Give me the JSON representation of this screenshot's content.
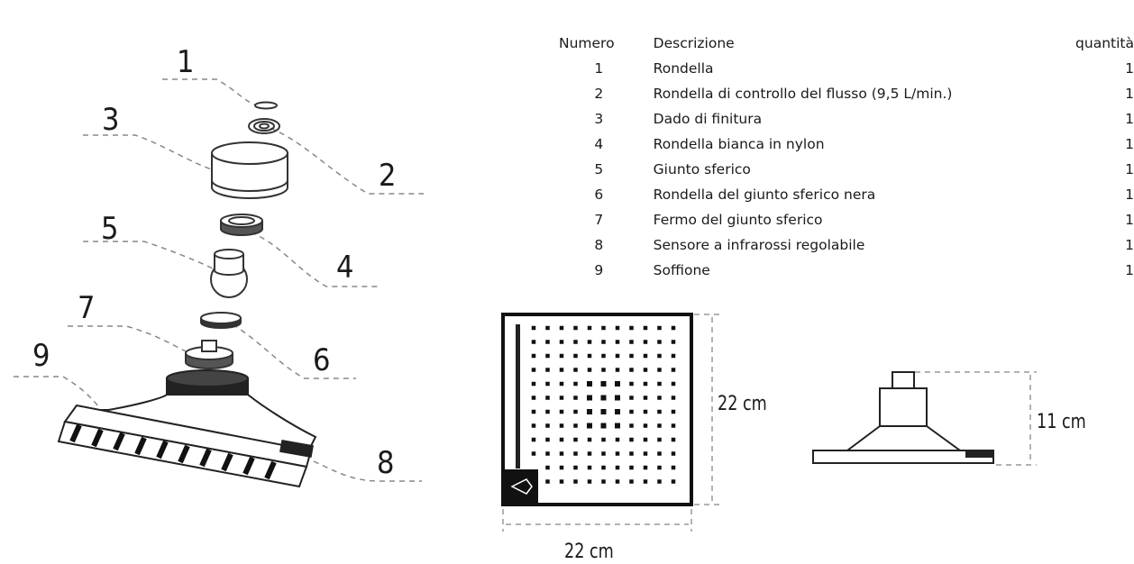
{
  "callouts": [
    "1",
    "2",
    "3",
    "4",
    "5",
    "6",
    "7",
    "8",
    "9"
  ],
  "table": {
    "headers": {
      "number": "Numero",
      "description": "Descrizione",
      "quantity": "quantità"
    },
    "rows": [
      {
        "number": "1",
        "description": "Rondella",
        "quantity": "1"
      },
      {
        "number": "2",
        "description": "Rondella di controllo del flusso (9,5 L/min.)",
        "quantity": "1"
      },
      {
        "number": "3",
        "description": "Dado di finitura",
        "quantity": "1"
      },
      {
        "number": "4",
        "description": "Rondella bianca in nylon",
        "quantity": "1"
      },
      {
        "number": "5",
        "description": "Giunto sferico",
        "quantity": "1"
      },
      {
        "number": "6",
        "description": "Rondella del giunto sferico nera",
        "quantity": "1"
      },
      {
        "number": "7",
        "description": "Fermo del giunto sferico",
        "quantity": "1"
      },
      {
        "number": "8",
        "description": "Sensore a infrarossi regolabile",
        "quantity": "1"
      },
      {
        "number": "9",
        "description": "Soffione",
        "quantity": "1"
      }
    ]
  },
  "dimensions": {
    "top_height": "22 cm",
    "top_width": "22 cm",
    "side_height": "11 cm"
  }
}
